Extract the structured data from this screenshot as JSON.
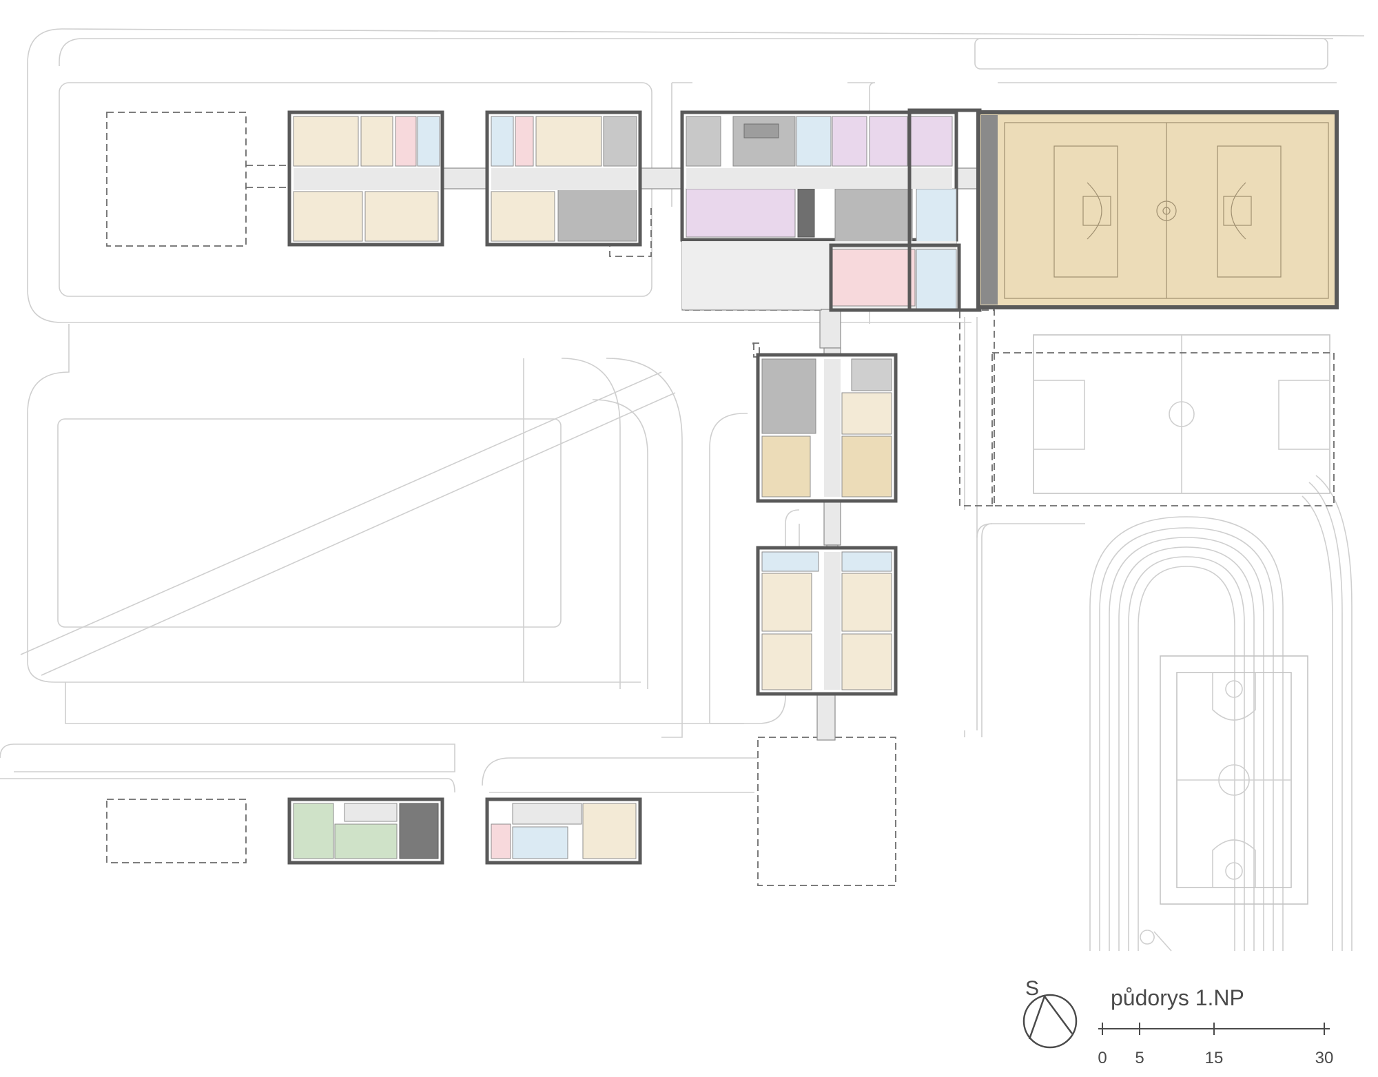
{
  "drawing": {
    "title": "půdorys 1.NP",
    "north_label": "S"
  },
  "scale_bar": {
    "ticks": [
      "0",
      "5",
      "15",
      "30"
    ]
  },
  "colors": {
    "classroom": "#f3ead6",
    "sanitary": "#dbeaf3",
    "staff_pink": "#f7d9dc",
    "assembly_lilac": "#e9d7ec",
    "service_gray": "#b9b9b9",
    "corridor": "#e9e9e9",
    "gym_floor": "#ecdcb8",
    "clinic_green": "#cfe2c8",
    "wall": "#595959",
    "site_line": "#cfcfcf"
  }
}
